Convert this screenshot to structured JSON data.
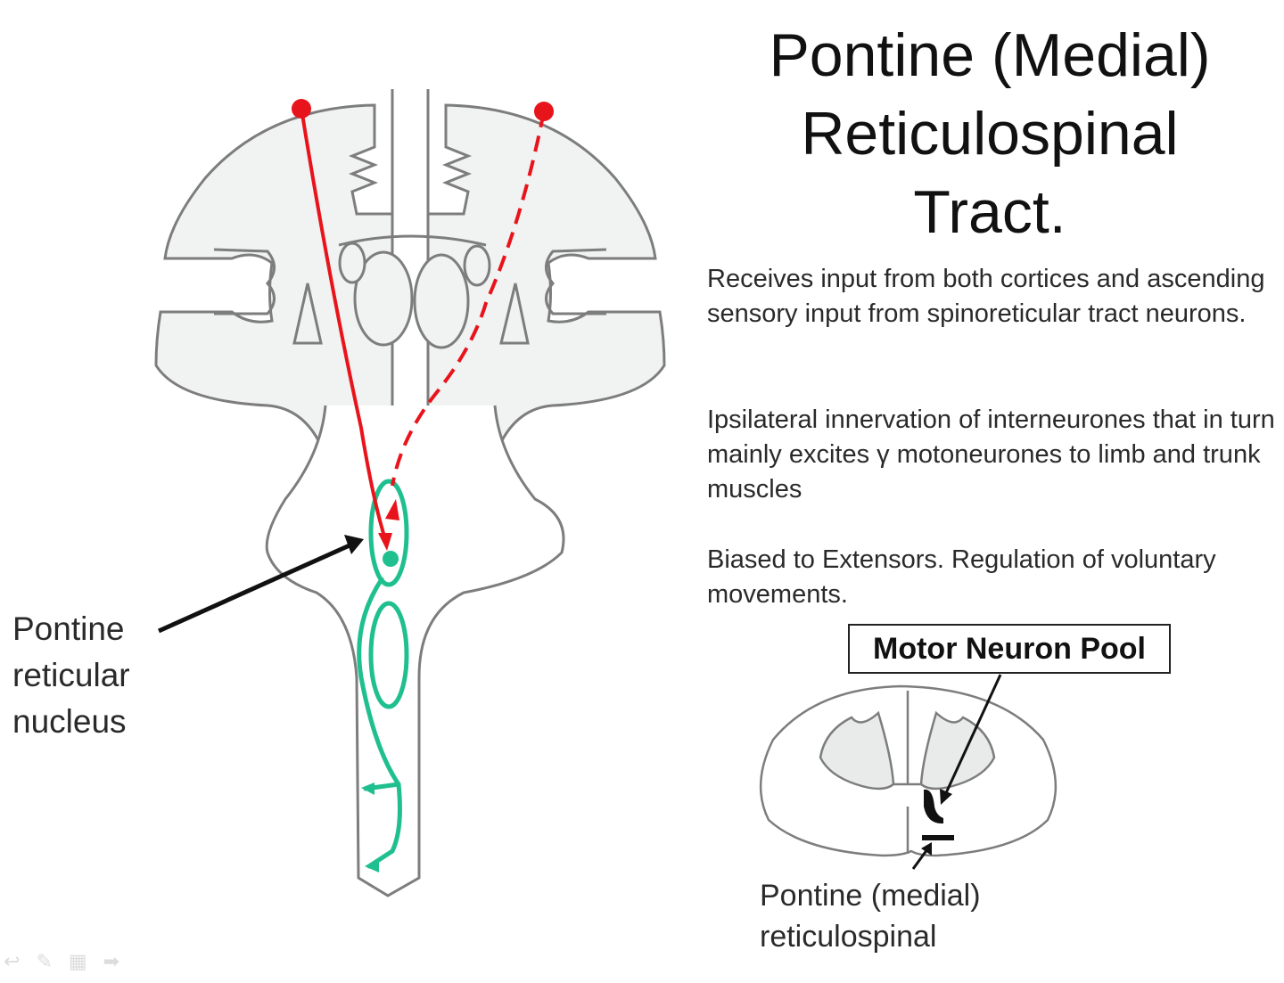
{
  "slide": {
    "title": [
      "Pontine (Medial)",
      "Reticulospinal",
      "Tract."
    ],
    "paragraphs": [
      "Receives input from both cortices and ascending sensory input from spinoreticular tract neurons.",
      "Ipsilateral innervation of interneurones that in turn mainly excites γ motoneurones to limb and trunk muscles",
      "Biased to Extensors. Regulation of voluntary movements."
    ],
    "labels": {
      "nucleus": [
        "Pontine",
        "reticular",
        "nucleus"
      ],
      "motor_pool": "Motor Neuron Pool",
      "tract": [
        "Pontine (medial)",
        "reticulospinal"
      ]
    },
    "colors": {
      "pathway_red": "#e8141b",
      "pathway_green": "#1fbf8f",
      "outline": "#7d7d7d",
      "fill": "#f1f2f2"
    },
    "nav_icons": [
      "arrow-left-icon",
      "pen-icon",
      "menu-icon",
      "arrow-right-icon"
    ]
  }
}
